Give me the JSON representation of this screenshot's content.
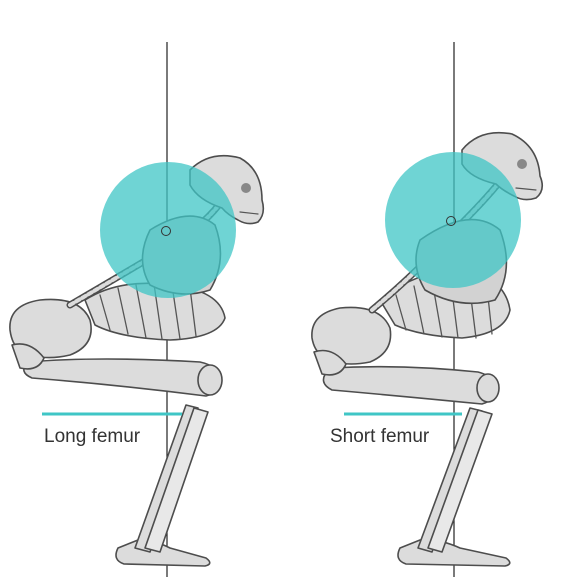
{
  "figures": [
    {
      "id": "left",
      "label": "Long femur"
    },
    {
      "id": "right",
      "label": "Short femur"
    }
  ],
  "colors": {
    "barbell": "#3fc6c6",
    "femur_marker": "#3fc6c6",
    "bone_fill": "#dcdcdc",
    "bone_stroke": "#4d4d4d",
    "plumb_line": "#222222",
    "label_text": "#333333"
  },
  "icons": [
    "skeleton-squat-illustration",
    "barbell-plate",
    "plumb-line",
    "femur-length-marker"
  ]
}
